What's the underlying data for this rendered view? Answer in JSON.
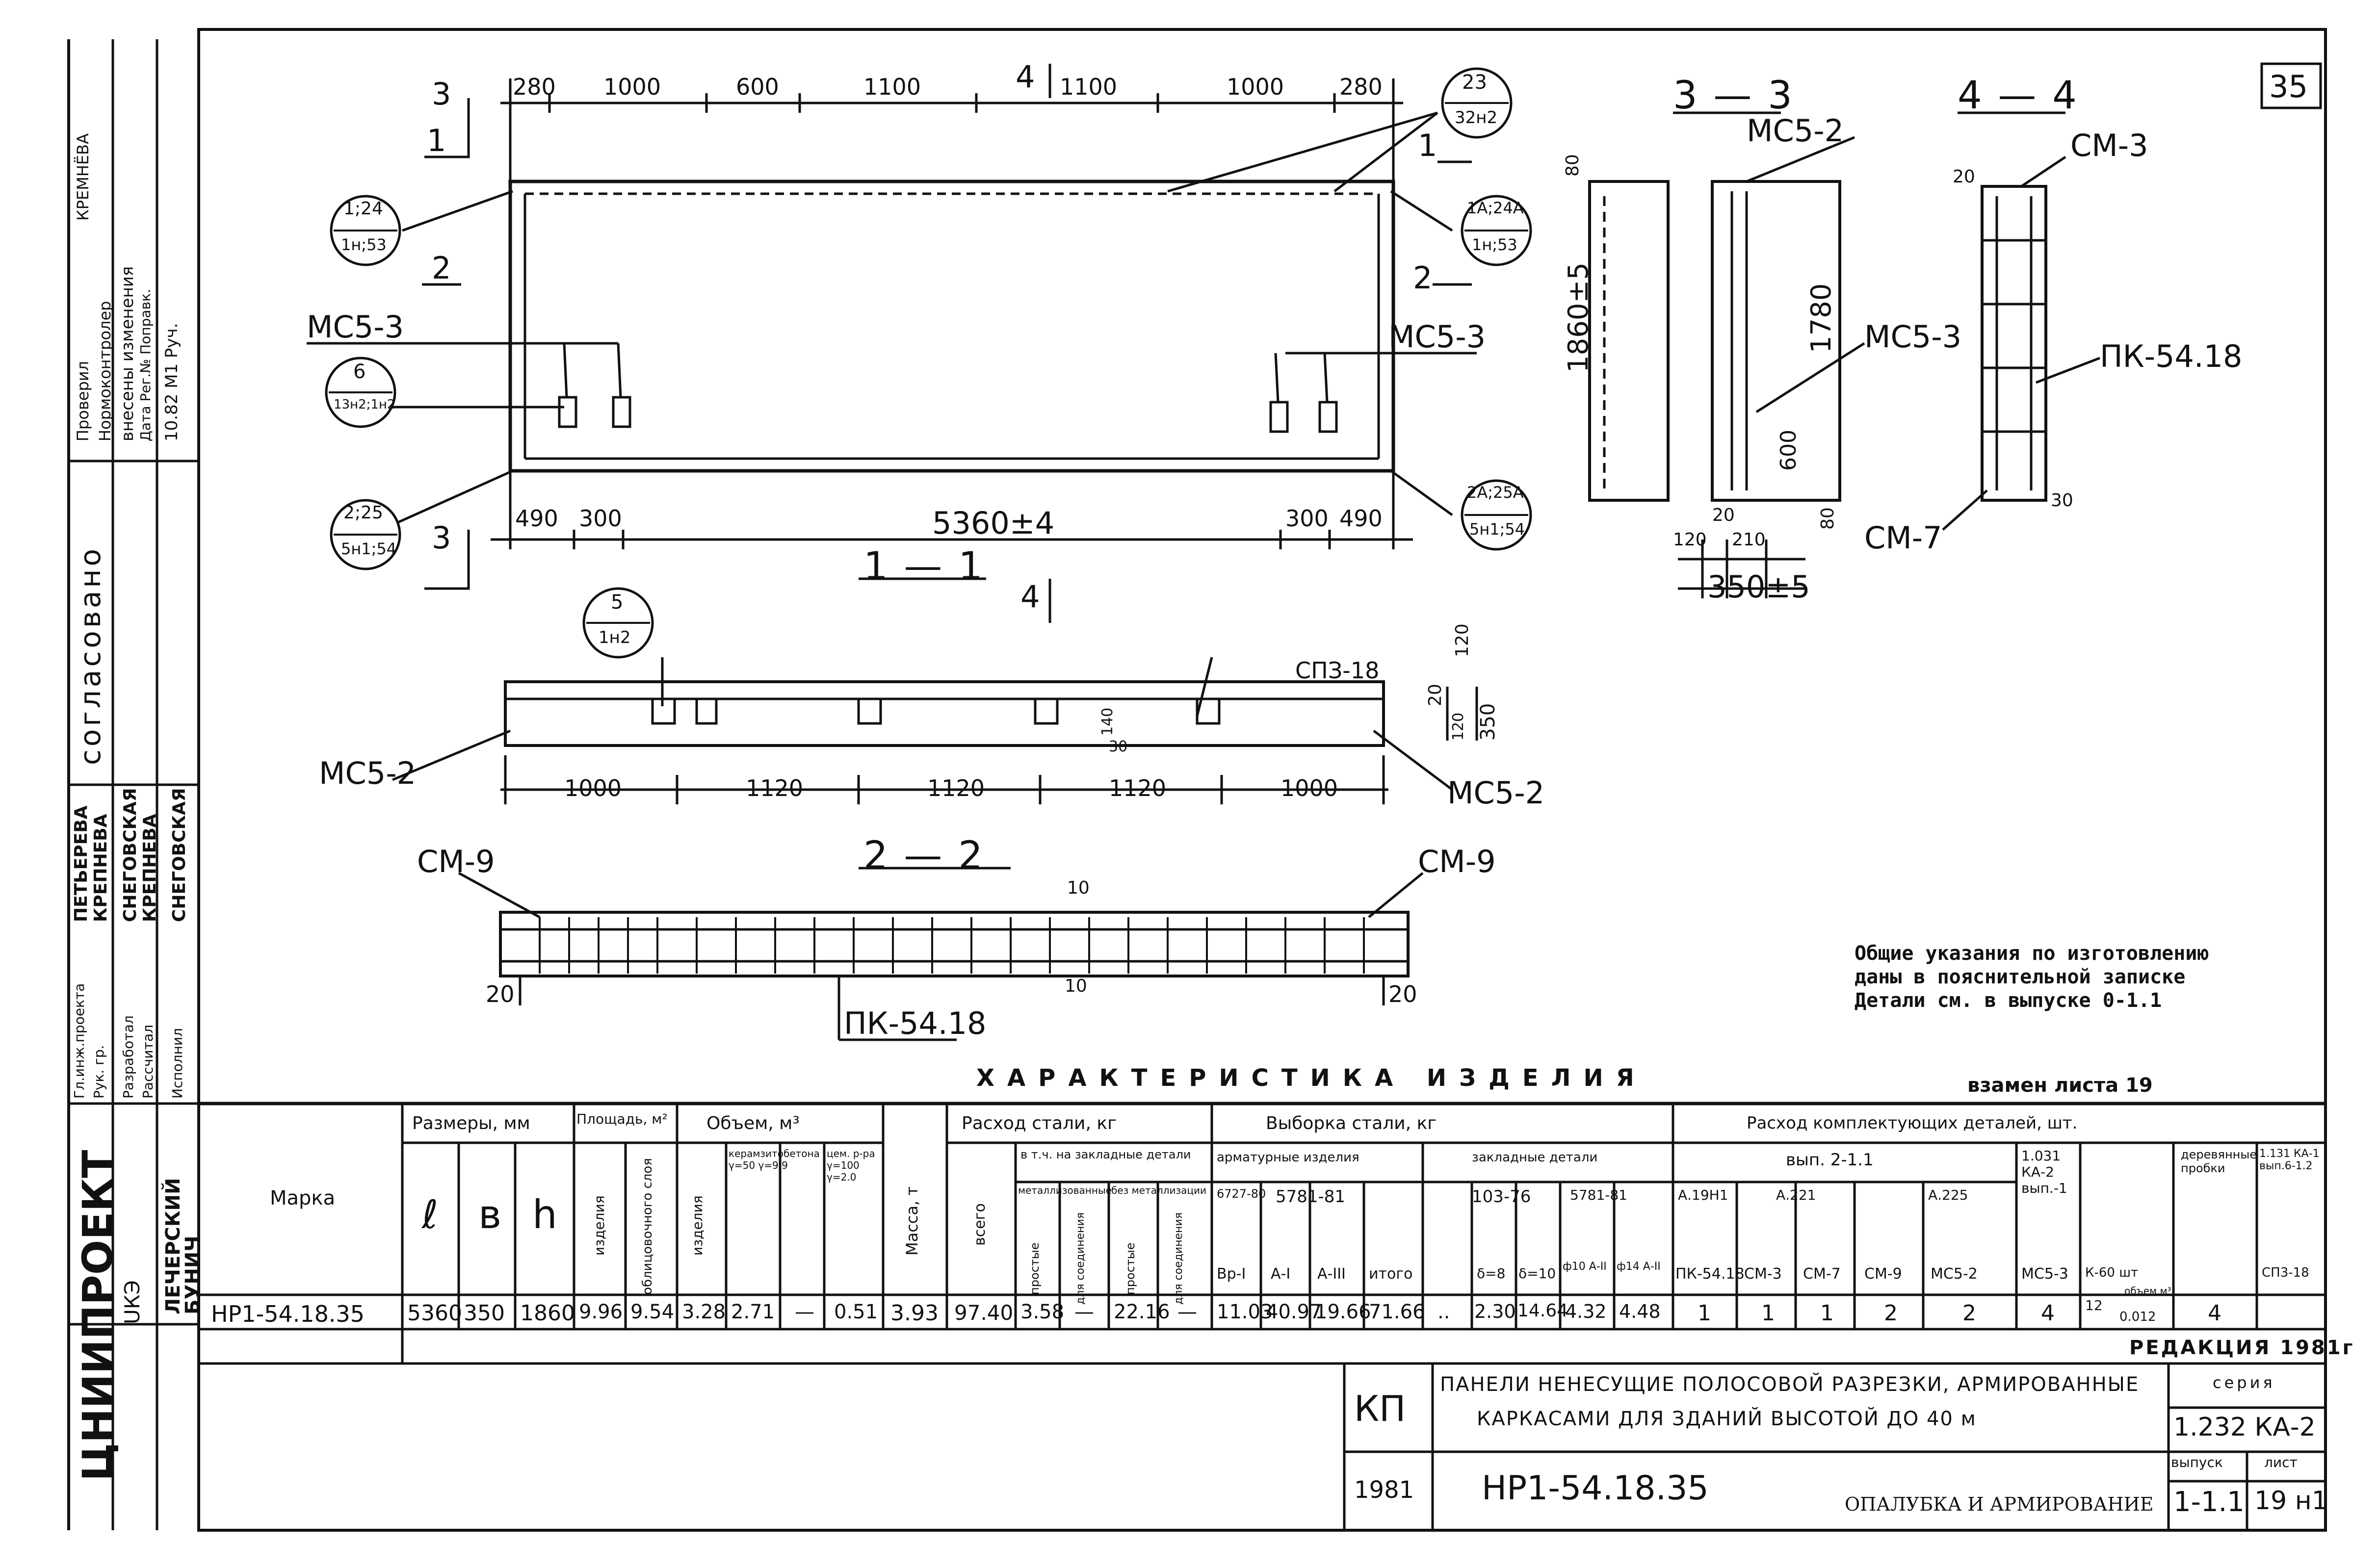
{
  "sheet": {
    "corner_number": "35",
    "views": {
      "section_1_1": "1 — 1",
      "section_2_2": "2 — 2",
      "section_3_3": "3 — 3",
      "section_4_4": "4 — 4"
    },
    "cut_marks": [
      "3",
      "1",
      "2",
      "4",
      "1",
      "2",
      "3",
      "4"
    ]
  },
  "elevation": {
    "top_dims": [
      "280",
      "1000",
      "600",
      "1100",
      "1100",
      "1000",
      "280"
    ],
    "bottom_dims": [
      "490",
      "300",
      "5360±4",
      "300",
      "490"
    ],
    "callouts": [
      {
        "top": "1;24",
        "bottom": "1н;53"
      },
      {
        "top": "1А;24А",
        "bottom": "1н;53"
      },
      {
        "top": "6",
        "bottom": "13н2;1н2"
      },
      {
        "top": "2;25",
        "bottom": "5н1;54"
      },
      {
        "top": "2А;25А",
        "bottom": "5н1;54"
      },
      {
        "top": "23",
        "bottom": "32н2"
      },
      {
        "top": "5",
        "bottom": "1н2"
      }
    ],
    "labels": {
      "mc5_3_left": "МС5-3",
      "mc5_3_right": "МС5-3"
    }
  },
  "section_1_1": {
    "labels": {
      "mc5_2_left": "МС5-2",
      "mc5_2_right": "МС5-2",
      "sp": "СПЗ-18"
    },
    "dims": [
      "1000",
      "1120",
      "1120",
      "1120",
      "1000"
    ],
    "side_dims": [
      "20",
      "120",
      "350",
      "120",
      "140",
      "30"
    ]
  },
  "section_2_2": {
    "labels": {
      "cm9_left": "СМ-9",
      "cm9_right": "СМ-9",
      "pk": "ПК-54.18"
    },
    "dims": [
      "20",
      "10",
      "20",
      "10"
    ]
  },
  "section_3_3": {
    "labels": {
      "mc5_2": "МС5-2",
      "mc5_3": "МС5-3"
    },
    "dims": [
      "80",
      "1860±5",
      "1780",
      "600",
      "80",
      "120",
      "210",
      "20",
      "350±5"
    ]
  },
  "section_4_4": {
    "labels": {
      "cm3": "СМ-3",
      "pk": "ПК-54.18",
      "cm7": "СМ-7"
    },
    "dims": [
      "20",
      "30"
    ]
  },
  "notes": {
    "line1": "Общие указания по изготовлению",
    "line2": "даны в пояснительной записке",
    "line3": "Детали см. в выпуске  0-1.1",
    "replaces": "взамен листа 19"
  },
  "characteristics": {
    "title": "ХАРАКТЕРИСТИКА   ИЗДЕЛИЯ",
    "headers": {
      "mark": "Марка",
      "sizes": "Размеры, мм",
      "l": "ℓ",
      "b": "в",
      "h": "h",
      "area": "Площадь, м²",
      "area_cols": [
        "изделия",
        "облицовочного слоя"
      ],
      "volume": "Объем, м³",
      "volume_cols": [
        "изделия",
        "керамзитобетона γ=50 γ=9.9",
        "цем. р-ра γ=100 γ=2.0"
      ],
      "mass": "Масса, т",
      "steel": "Расход стали, кг",
      "steel_total": "всего",
      "steel_embedded": "в т.ч. на закладные детали",
      "steel_embedded_cols": [
        "металлизованные",
        "без металлизации"
      ],
      "steel_sub": [
        "простые",
        "для соединения",
        "простые",
        "для соединения"
      ],
      "selection": "Выборка стали,  кг",
      "selection_groups": [
        "арматурные изделия",
        "закладные детали"
      ],
      "selection_std": [
        "6727-80",
        "5781-81",
        "103-76",
        "5781-81"
      ],
      "selection_cols": [
        "Вр-I",
        "А-I",
        "А-III",
        "итого",
        "δ=8",
        "δ=10",
        "ф10 А-II",
        "ф14 А-II"
      ],
      "parts": "Расход комплектующих деталей,  шт.",
      "parts_groups": [
        "вып. 2-1.1",
        "1.031 КА-2 вып.-1",
        "деревянные пробки",
        "1.131 КА-1 вып.6-1.2"
      ],
      "parts_sub": [
        "А.19Н1",
        "А.221",
        "А.225"
      ],
      "parts_cols": [
        "ПК-54.18",
        "СМ-3",
        "СМ-7",
        "СМ-9",
        "МС5-2",
        "МС5-3",
        "К-60 шт",
        "СП3-18"
      ],
      "wood_sub": "объем м³"
    },
    "row": {
      "mark": "НР1-54.18.35",
      "l": "5360",
      "b": "350",
      "h": "1860",
      "area1": "9.96",
      "area2": "9.54",
      "vol1": "3.28",
      "vol2": "2.71",
      "vol3": "—",
      "vol4": "0.51",
      "mass": "3.93",
      "steel_total": "97.40",
      "st1": "3.58",
      "st2": "—",
      "st3": "22.16",
      "st4": "—",
      "vr1": "11.03",
      "a1": "40.97",
      "a3": "19.66",
      "itogo": "71.66",
      "d8": "..",
      "d10": "2.30",
      "f10": "14.64",
      "f10b": "4.32",
      "f14": "4.48",
      "pk": "1",
      "cm3": "1",
      "cm7": "1",
      "cm9": "2",
      "mc52": "2",
      "mc53": "4",
      "k60": "12",
      "k60_vol": "0.012",
      "sp": "4"
    },
    "edition": "РЕДАКЦИЯ 1981г"
  },
  "title_block": {
    "kp": "КП",
    "title_line1": "ПАНЕЛИ НЕНЕСУЩИЕ ПОЛОСОВОЙ РАЗРЕЗКИ, АРМИРОВАННЫЕ",
    "title_line2": "КАРКАСАМИ  ДЛЯ ЗДАНИЙ ВЫСОТОЙ ДО 40 м",
    "year": "1981",
    "mark": "НР1-54.18.35",
    "doc_name": "ОПАЛУБКА И АРМИРОВАНИЕ",
    "series_label": "серия",
    "series": "1.232 КА-2",
    "issue_label": "выпуск",
    "issue": "1-1.1",
    "sheet_label": "лист",
    "sheet": "19 н1"
  },
  "side_stamp": {
    "org": "ЦНИИПРОЕКТ",
    "roles": [
      "Гл.инж.проекта",
      "Рук. гр.",
      "Разработал",
      "Рассчитал",
      "Исполнил"
    ],
    "names": [
      "ПЕТЬЕРЕВА",
      "КРЕПНЕВА",
      "СНЕГОВСКАЯ",
      "КРЕПНЕВА",
      "СНЕГОВСКАЯ"
    ],
    "approved": "согласовано",
    "checked": "Проверил",
    "norm": "Нормоконтролер",
    "changes": "внесены изменения",
    "date_label": "Дата Рег.№ Поправк.",
    "date": "10.82 М1 Руч.",
    "dept": "UКЭ",
    "names2": [
      "ЛЕЧЕРСКИЙ",
      "БУНИЧ"
    ],
    "kremn": "КРЕМНЁВА"
  }
}
